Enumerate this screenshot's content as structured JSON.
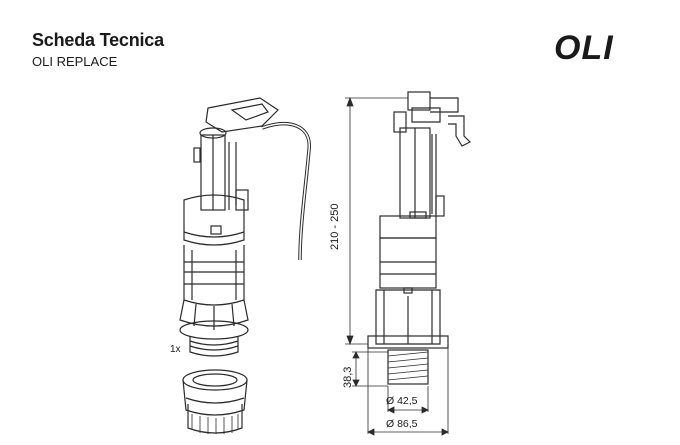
{
  "header": {
    "title": "Scheda Tecnica",
    "subtitle": "OLI REPLACE",
    "logo_text": "OLI"
  },
  "labels": {
    "quantity": "1x",
    "height_range": "210 - 250",
    "base_height": "38,3",
    "diameter_inner": "Ø 42,5",
    "diameter_outer": "Ø 86,5"
  },
  "colors": {
    "text": "#1a1a1a",
    "line": "#2b2b2b",
    "background": "#ffffff"
  }
}
